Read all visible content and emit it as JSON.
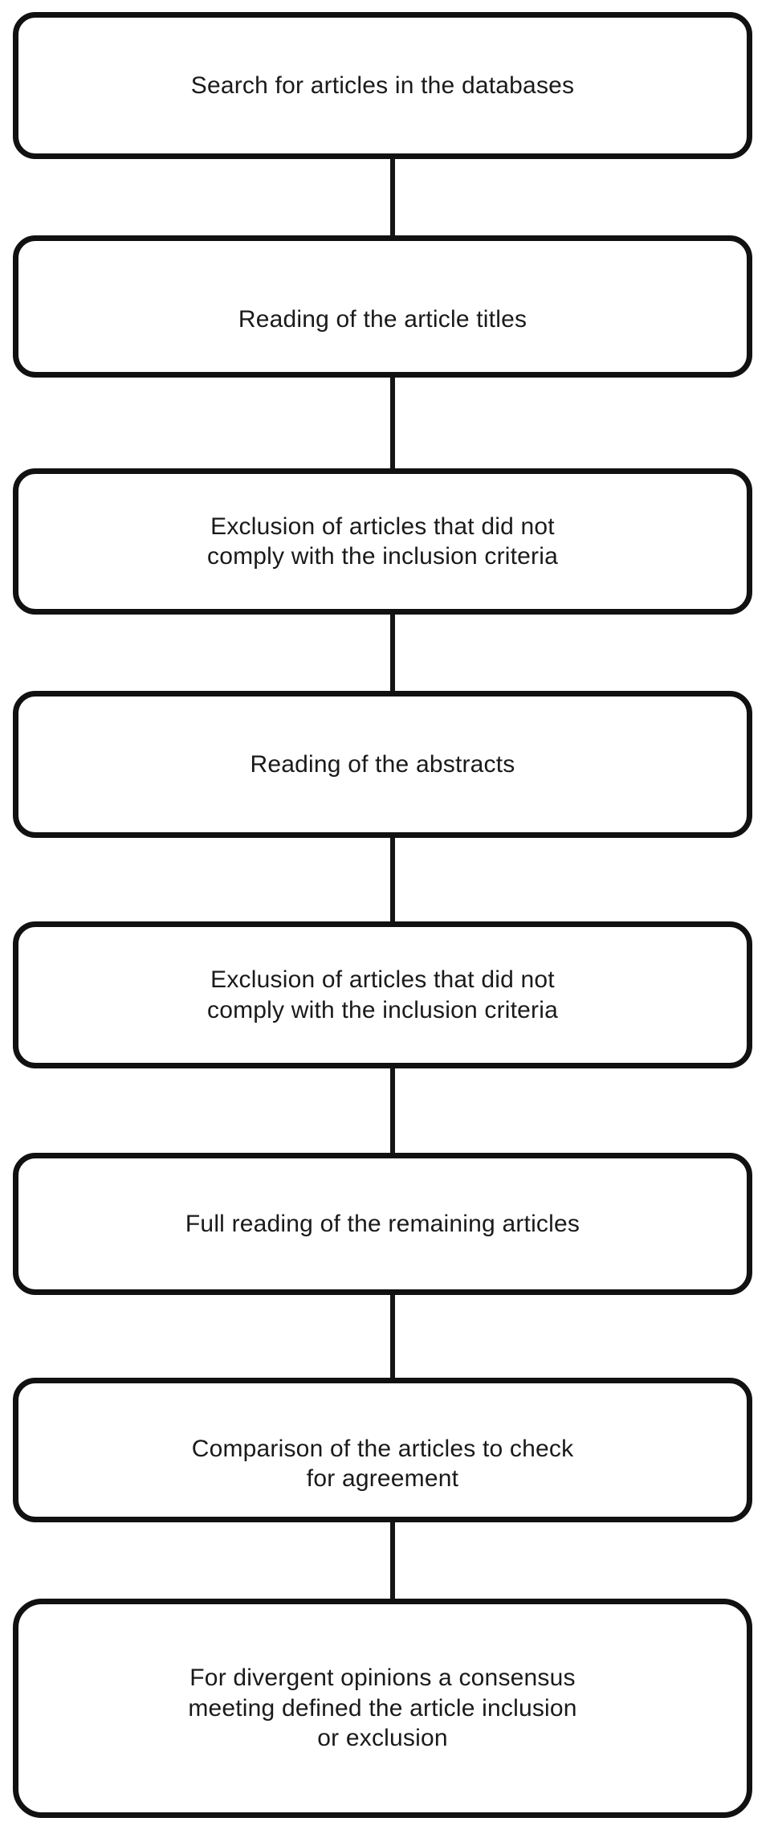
{
  "figure": {
    "background_color": "#ffffff",
    "box_border_color": "#111111",
    "connector_color": "#151515",
    "text_color": "#1a1a1a"
  },
  "flowchart": {
    "steps": [
      {
        "label": "Search for articles in the databases"
      },
      {
        "label": "Reading of the article titles"
      },
      {
        "label": "Exclusion of articles that did not\ncomply with the inclusion criteria"
      },
      {
        "label": "Reading of the abstracts"
      },
      {
        "label": "Exclusion of articles that did not\ncomply with the inclusion criteria"
      },
      {
        "label": "Full reading of the remaining articles"
      },
      {
        "label": "Comparison of the articles to check\nfor agreement"
      },
      {
        "label": "For divergent opinions a consensus\nmeeting defined the article inclusion\nor exclusion"
      }
    ]
  }
}
